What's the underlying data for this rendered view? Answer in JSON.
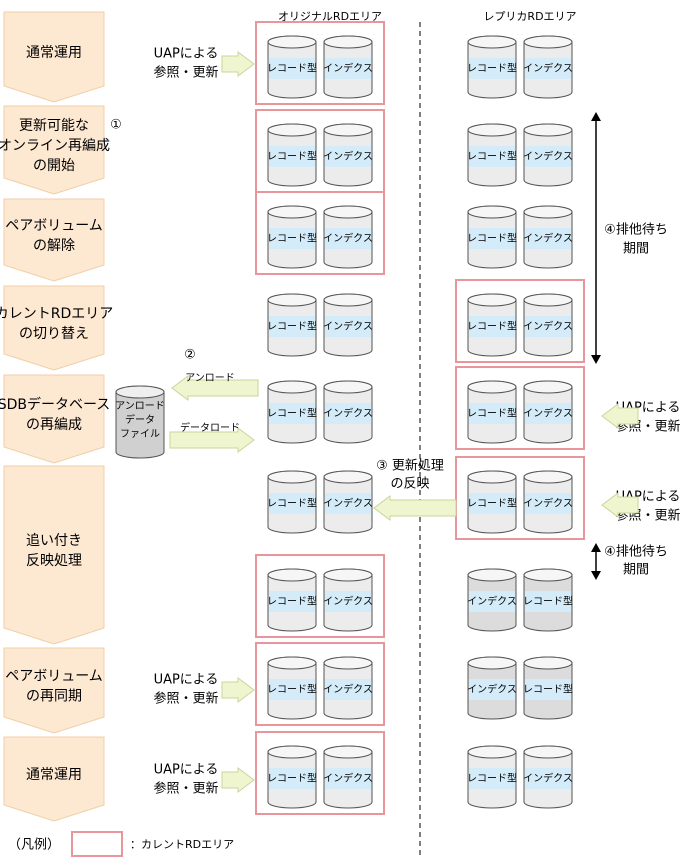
{
  "headers": {
    "original": "オリジナルRDエリア",
    "replica": "レプリカRDエリア"
  },
  "steps": [
    {
      "lines": [
        "通常運用"
      ]
    },
    {
      "lines": [
        "更新可能な",
        "オンライン再編成",
        "の開始"
      ]
    },
    {
      "lines": [
        "ペアボリューム",
        "の解除"
      ]
    },
    {
      "lines": [
        "カレントRDエリア",
        "の切り替え"
      ]
    },
    {
      "lines": [
        "SDBデータベース",
        "の再編成"
      ]
    },
    {
      "lines": [
        "追い付き",
        "反映処理"
      ]
    },
    {
      "lines": [
        "ペアボリューム",
        "の再同期"
      ]
    },
    {
      "lines": [
        "通常運用"
      ]
    }
  ],
  "labels": {
    "record": "レコード型",
    "index": "インデクス",
    "access_1": "UAPによる",
    "access_2": "参照・更新",
    "marker1": "①",
    "marker2": "②",
    "unload": "アンロード",
    "dataload": "データロード",
    "unload_file": [
      "アンロード",
      "データ",
      "ファイル"
    ],
    "marker3": "③ 更新処理",
    "marker3_2": "の反映",
    "exclusive_1": "④排他待ち",
    "exclusive_2": "期間",
    "legend_prefix": "（凡例）",
    "legend_text": "：カレントRDエリア"
  }
}
